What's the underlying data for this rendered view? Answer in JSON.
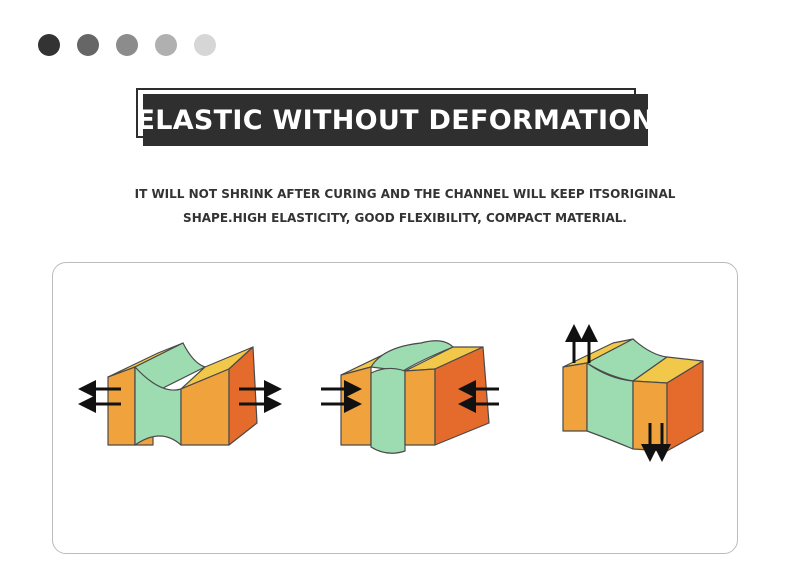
{
  "title": "ELASTIC WITHOUT DEFORMATION",
  "description": {
    "line1": "IT WILL NOT SHRINK AFTER CURING AND THE CHANNEL WILL KEEP ITSORIGINAL",
    "line2": "SHAPE.HIGH ELASTICITY, GOOD FLEXIBILITY, COMPACT MATERIAL."
  },
  "dots": [
    "#333333",
    "#666666",
    "#8c8c8c",
    "#b0b0b0",
    "#d6d6d6"
  ],
  "colors": {
    "yellow": "#f2c84b",
    "orange_front": "#f0a23c",
    "orange_dark": "#e56b2c",
    "green": "#9ddbb0",
    "green_dark": "#7ec79a",
    "outline": "#4a4a4a",
    "arrow": "#111111"
  },
  "illustrations": [
    {
      "name": "stretch",
      "arrows": "outward-horizontal-arrows-icon"
    },
    {
      "name": "compress",
      "arrows": "inward-horizontal-arrows-icon"
    },
    {
      "name": "shear",
      "arrows": "vertical-shear-arrows-icon"
    }
  ]
}
